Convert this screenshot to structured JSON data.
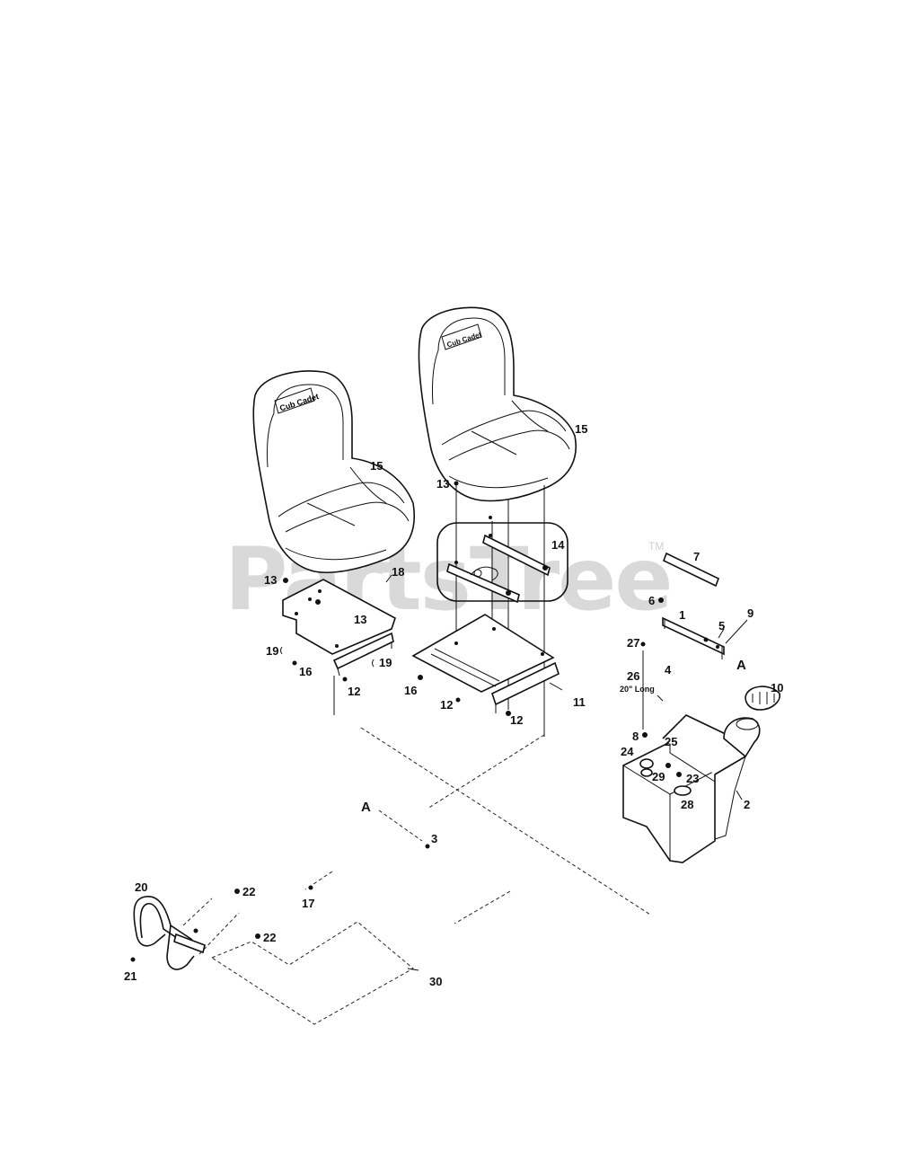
{
  "watermark": {
    "text": "PartsTree",
    "trademark": "TM"
  },
  "seat_logo": "Cub Cadet",
  "callouts": {
    "c15a": "15",
    "c15b": "15",
    "c13a": "13",
    "c13b": "13",
    "c13c": "13",
    "c18": "18",
    "c14": "14",
    "c19a": "19",
    "c19b": "19",
    "c16a": "16",
    "c16b": "16",
    "c12a": "12",
    "c12b": "12",
    "c12c": "12",
    "c11": "11",
    "c7": "7",
    "c6": "6",
    "c1": "1",
    "c5": "5",
    "c9": "9",
    "cA1": "A",
    "cA2": "A",
    "c27": "27",
    "c26": "26",
    "c26note": "20\" Long",
    "c4": "4",
    "c10": "10",
    "c8": "8",
    "c24": "24",
    "c25": "25",
    "c29": "29",
    "c23": "23",
    "c28": "28",
    "c2": "2",
    "c3": "3",
    "c20": "20",
    "c22a": "22",
    "c22b": "22",
    "c17": "17",
    "c21": "21",
    "c30": "30"
  }
}
